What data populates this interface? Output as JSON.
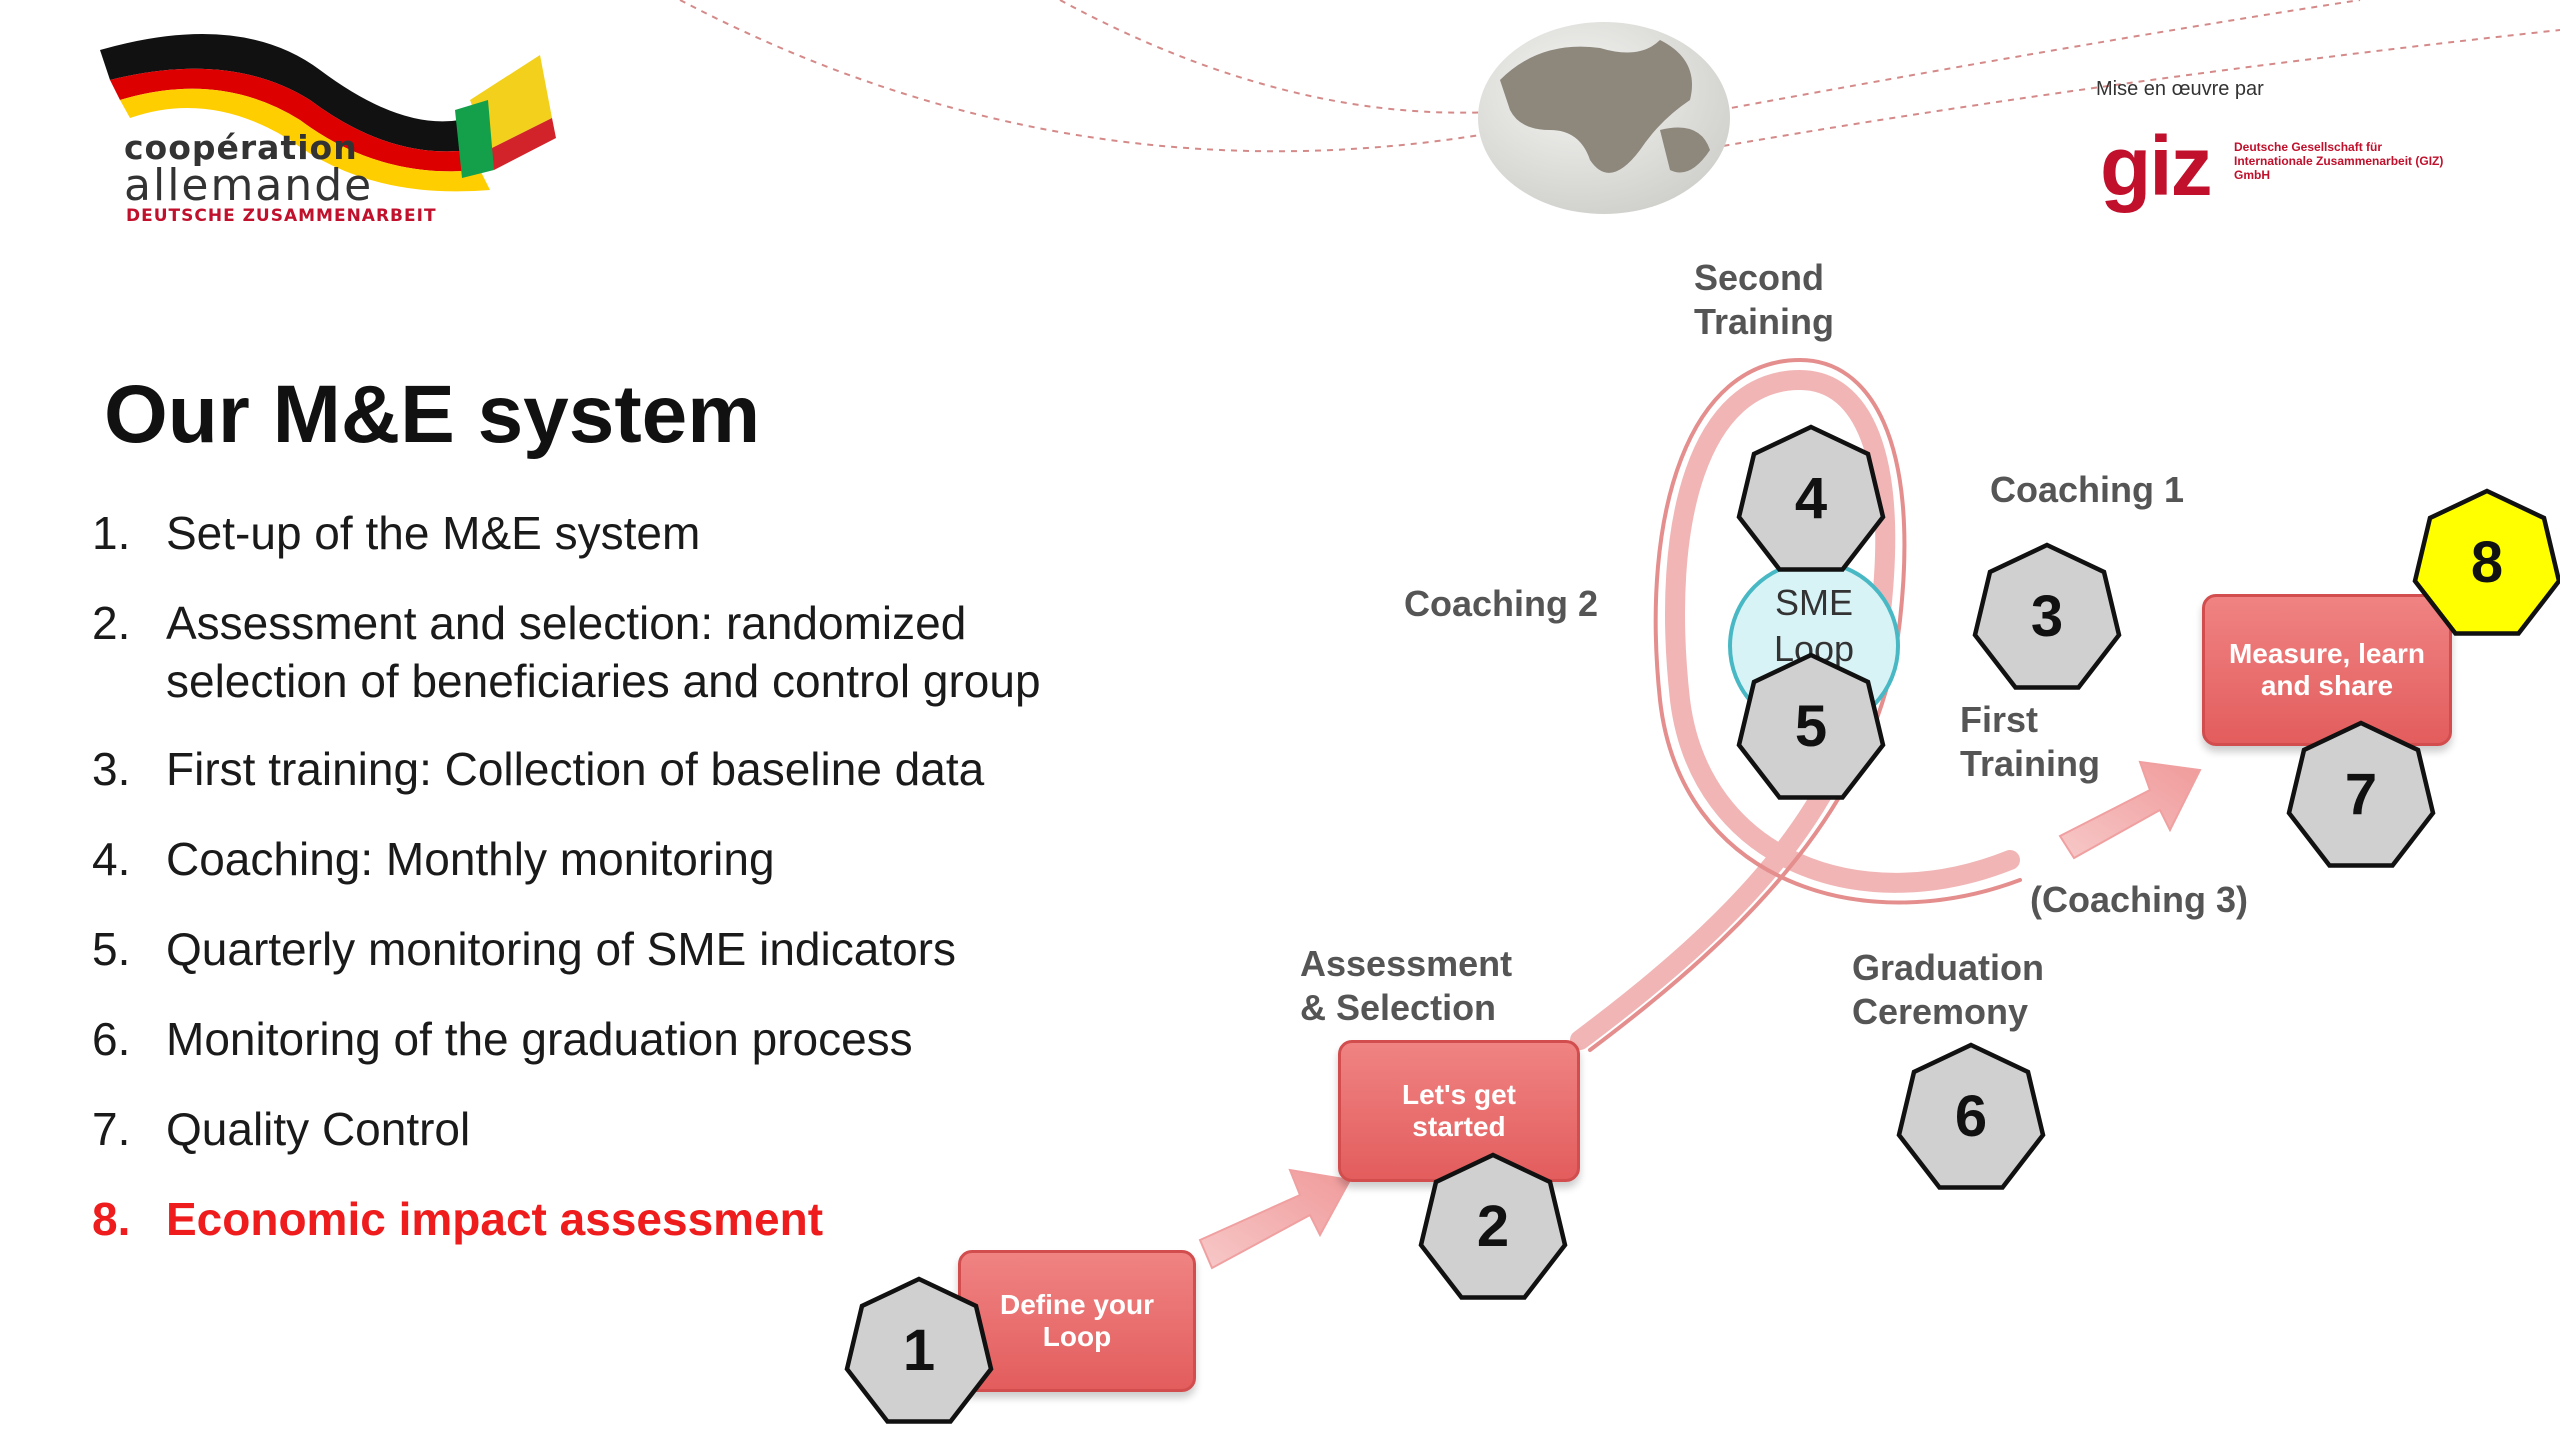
{
  "logos": {
    "cooperation_line1": "coopération",
    "cooperation_line2": "allemande",
    "cooperation_line3": "DEUTSCHE ZUSAMMENARBEIT",
    "mise_en_oeuvre": "Mise en œuvre par",
    "giz": "giz",
    "giz_subtitle": "Deutsche Gesellschaft für Internationale Zusammenarbeit (GIZ) GmbH",
    "flag_colors": [
      "#111111",
      "#dd0000",
      "#ffce00",
      "#14a04a",
      "#f2d01c",
      "#d2232a"
    ]
  },
  "slide": {
    "title": "Our M&E system",
    "items": [
      {
        "num": "1.",
        "text": "Set-up of the M&E system"
      },
      {
        "num": "2.",
        "text": "Assessment and selection: randomized selection of beneficiaries and control group"
      },
      {
        "num": "3.",
        "text": "First training: Collection of baseline data"
      },
      {
        "num": "4.",
        "text": "Coaching: Monthly monitoring"
      },
      {
        "num": "5.",
        "text": "Quarterly monitoring of SME indicators"
      },
      {
        "num": "6.",
        "text": "Monitoring of the graduation process"
      },
      {
        "num": "7.",
        "text": "Quality Control"
      },
      {
        "num": "8.",
        "text": "Economic impact assessment"
      }
    ],
    "active_color": "#ee1c1c"
  },
  "diagram": {
    "labels": {
      "second_training": "Second\nTraining",
      "coaching1": "Coaching 1",
      "coaching2": "Coaching 2",
      "first_training": "First\nTraining",
      "coaching3": "(Coaching 3)",
      "graduation": "Graduation\nCeremony",
      "assessment": "Assessment\n& Selection"
    },
    "sme_loop": "SME\nLoop",
    "boxes": {
      "define": "Define your\nLoop",
      "started": "Let's get\nstarted",
      "measure": "Measure, learn\nand share"
    },
    "badges": [
      "1",
      "2",
      "3",
      "4",
      "5",
      "6",
      "7",
      "8"
    ],
    "badge_fill": "#d0d0d0",
    "badge_highlight_fill": "#ffff00",
    "box_color": "#e86b6b"
  }
}
